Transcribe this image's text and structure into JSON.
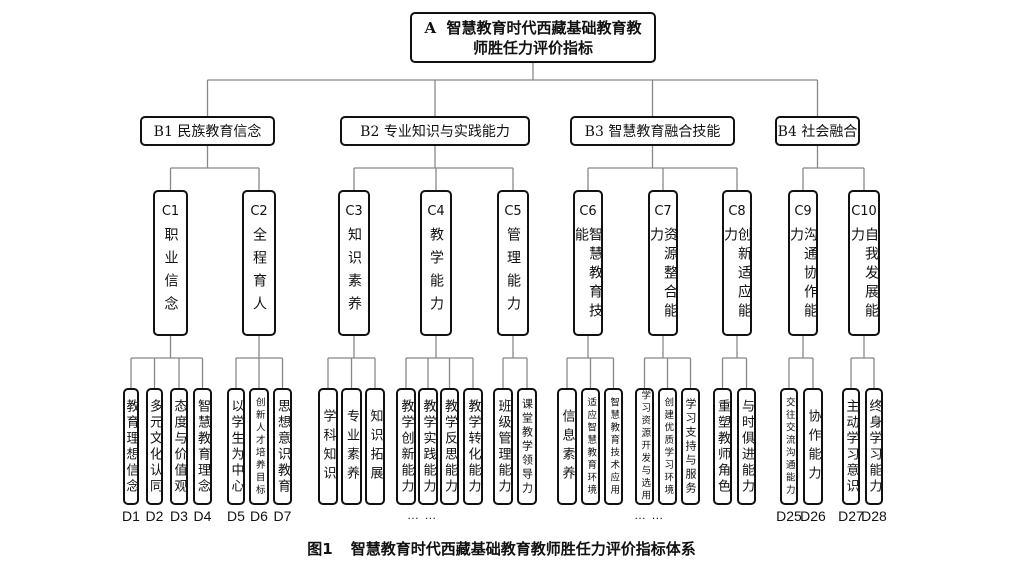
{
  "root": {
    "code": "A",
    "title": "智慧教育时代西藏基础教育教师胜任力评价指标"
  },
  "dimensions": [
    {
      "code": "B1",
      "label": "民族教育信念"
    },
    {
      "code": "B2",
      "label": "专业知识与实践能力"
    },
    {
      "code": "B3",
      "label": "智慧教育融合技能"
    },
    {
      "code": "B4",
      "label": "社会融合"
    }
  ],
  "competencies": [
    {
      "code": "C1",
      "label": "职业信念"
    },
    {
      "code": "C2",
      "label": "全程育人"
    },
    {
      "code": "C3",
      "label": "知识素养"
    },
    {
      "code": "C4",
      "label": "教学能力"
    },
    {
      "code": "C5",
      "label": "管理能力"
    },
    {
      "code": "C6",
      "label": "智慧教育技能"
    },
    {
      "code": "C7",
      "label": "资源整合能力"
    },
    {
      "code": "C8",
      "label": "创新适应能力"
    },
    {
      "code": "C9",
      "label": "沟通协作能力"
    },
    {
      "code": "C10",
      "label": "自我发展能力"
    }
  ],
  "indicators": [
    {
      "label": "教育理想信念",
      "code": "D1"
    },
    {
      "label": "多元文化认同",
      "code": "D2"
    },
    {
      "label": "态度与价值观",
      "code": "D3"
    },
    {
      "label": "智慧教育理念",
      "code": "D4"
    },
    {
      "label": "以学生为中心",
      "code": "D5"
    },
    {
      "label": "创新人才培养目标",
      "code": "D6"
    },
    {
      "label": "思想意识教育",
      "code": "D7"
    },
    {
      "label": "学科知识",
      "code": ""
    },
    {
      "label": "专业素养",
      "code": ""
    },
    {
      "label": "知识拓展",
      "code": ""
    },
    {
      "label": "教学创新能力",
      "code": ""
    },
    {
      "label": "教学实践能力",
      "code": ""
    },
    {
      "label": "教学反思能力",
      "code": ""
    },
    {
      "label": "教学转化能力",
      "code": ""
    },
    {
      "label": "班级管理能力",
      "code": ""
    },
    {
      "label": "课堂教学领导力",
      "code": ""
    },
    {
      "label": "信息素养",
      "code": ""
    },
    {
      "label": "适应智慧教育环境",
      "code": ""
    },
    {
      "label": "智慧教育技术应用",
      "code": ""
    },
    {
      "label": "学习资源开发与选用",
      "code": ""
    },
    {
      "label": "创建优质学习环境",
      "code": ""
    },
    {
      "label": "学习支持与服务",
      "code": ""
    },
    {
      "label": "重塑教师角色",
      "code": ""
    },
    {
      "label": "与时俱进能力",
      "code": ""
    },
    {
      "label": "交往交流沟通能力",
      "code": "D25"
    },
    {
      "label": "协作能力",
      "code": "D26"
    },
    {
      "label": "主动学习意识",
      "code": "D27"
    },
    {
      "label": "终身学习能力",
      "code": "D28"
    }
  ],
  "ellipsis": [
    "… …",
    "… …"
  ],
  "caption": {
    "figure": "图1",
    "title": "智慧教育时代西藏基础教育教师胜任力评价指标体系"
  }
}
